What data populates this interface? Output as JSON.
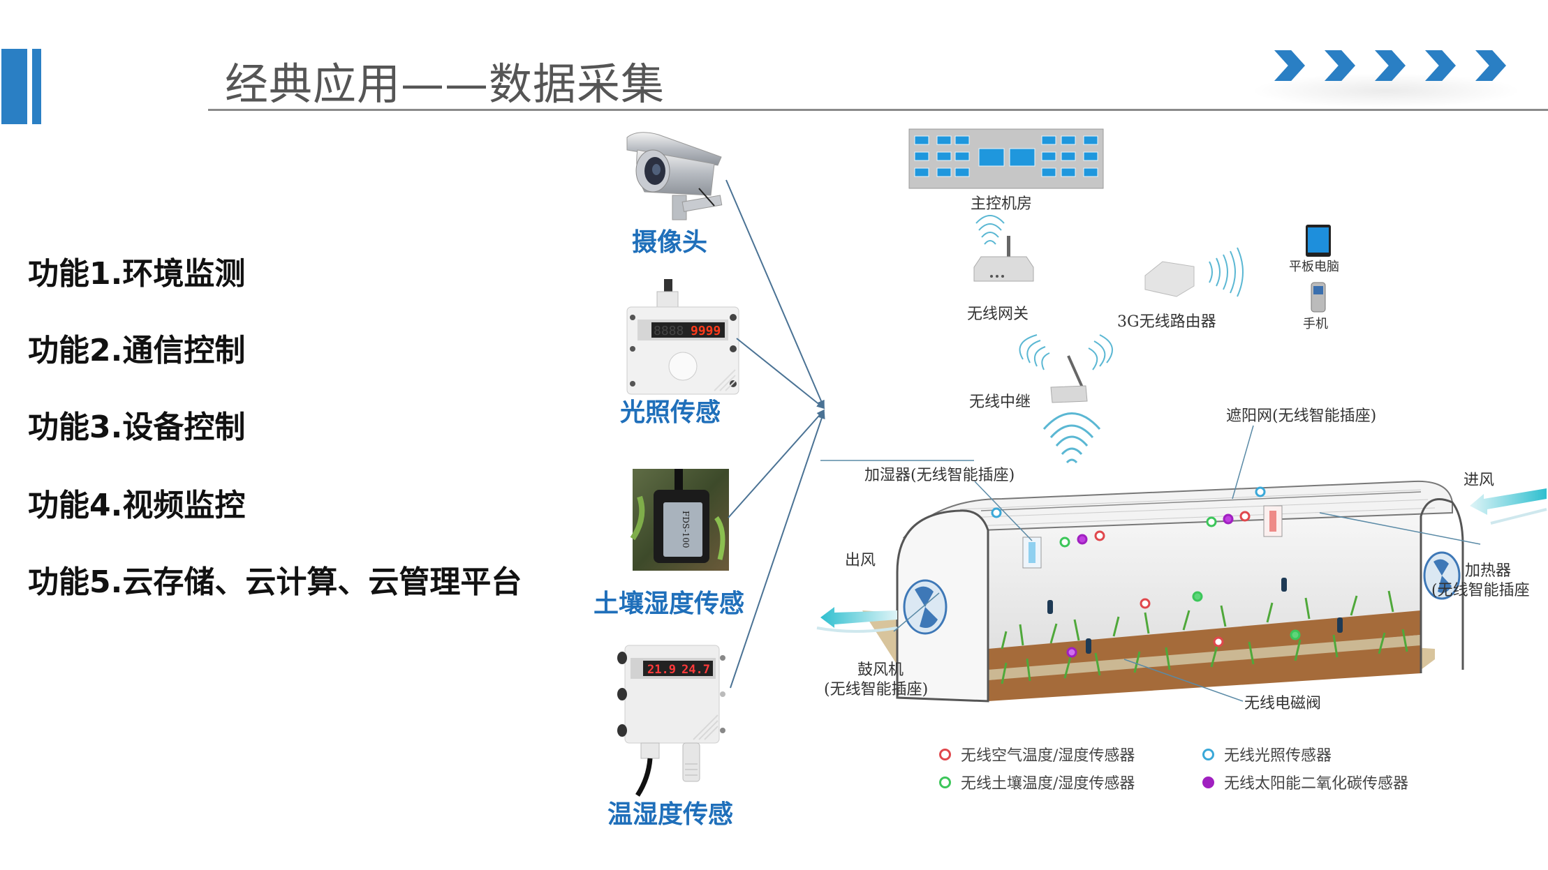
{
  "slide": {
    "title": "经典应用——数据采集",
    "accent_color": "#2a7fc4",
    "chevron_count": 5
  },
  "features": [
    "功能1.环境监测",
    "功能2.通信控制",
    "功能3.设备控制",
    "功能4.视频监控",
    "功能5.云存储、云计算、云管理平台"
  ],
  "devices": [
    {
      "label": "摄像头",
      "icon": "security-camera-icon"
    },
    {
      "label": "光照传感",
      "icon": "light-sensor-icon",
      "display_left": "8888",
      "display_right": "9999"
    },
    {
      "label": "土壤湿度传感",
      "icon": "soil-moisture-sensor-icon",
      "tag": "FDS-100"
    },
    {
      "label": "温湿度传感",
      "icon": "temp-humidity-sensor-icon",
      "display_left": "21.9",
      "display_right": "24.7"
    }
  ],
  "diagram": {
    "control_room": "主控机房",
    "gateway": "无线网关",
    "router_3g": "3G无线路由器",
    "tablet": "平板电脑",
    "phone": "手机",
    "repeater": "无线中继",
    "shade_net": "遮阳网(无线智能插座)",
    "humidifier": "加湿器(无线智能插座)",
    "air_in": "进风",
    "air_out": "出风",
    "heater_line1": "加热器",
    "heater_line2": "(无线智能插座",
    "blower_line1": "鼓风机",
    "blower_line2": "(无线智能插座)",
    "valve": "无线电磁阀"
  },
  "legend": [
    {
      "label": "无线空气温度/湿度传感器",
      "color": "#e0474c"
    },
    {
      "label": "无线光照传感器",
      "color": "#3aa8d8"
    },
    {
      "label": "无线土壤温度/湿度传感器",
      "color": "#3cc65a"
    },
    {
      "label": "无线太阳能二氧化碳传感器",
      "color": "#a020c0"
    }
  ]
}
